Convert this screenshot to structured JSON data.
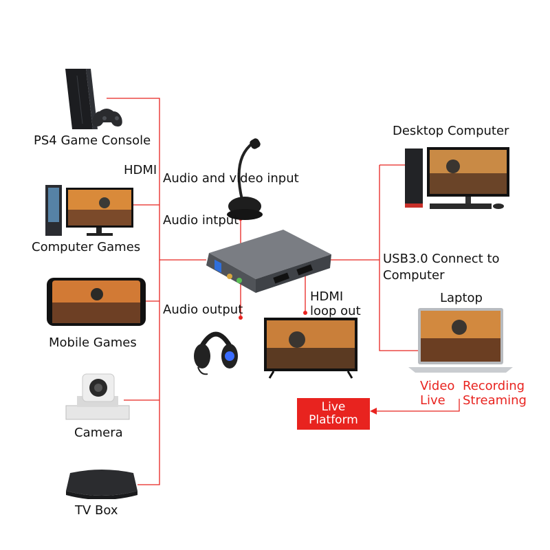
{
  "sources": {
    "ps4": "PS4 Game Console",
    "computer_games": "Computer Games",
    "mobile_games": "Mobile Games",
    "camera": "Camera",
    "tv_box": "TV Box"
  },
  "connections": {
    "hdmi_in": "HDMI",
    "av_input": "Audio and video input",
    "audio_input": "Audio intput",
    "audio_output": "Audio output",
    "hdmi_loop_1": "HDMI",
    "hdmi_loop_2": "loop out",
    "usb_1": "USB3.0 Connect to",
    "usb_2": "Computer"
  },
  "targets": {
    "desktop": "Desktop Computer",
    "laptop": "Laptop"
  },
  "uses": {
    "video": "Video",
    "live": "Live",
    "recording": "Recording",
    "streaming": "Streaming"
  },
  "live_platform": {
    "line1": "Live",
    "line2": "Platform"
  },
  "colors": {
    "wire": "#e8231f",
    "device_body": "#4f5257"
  }
}
